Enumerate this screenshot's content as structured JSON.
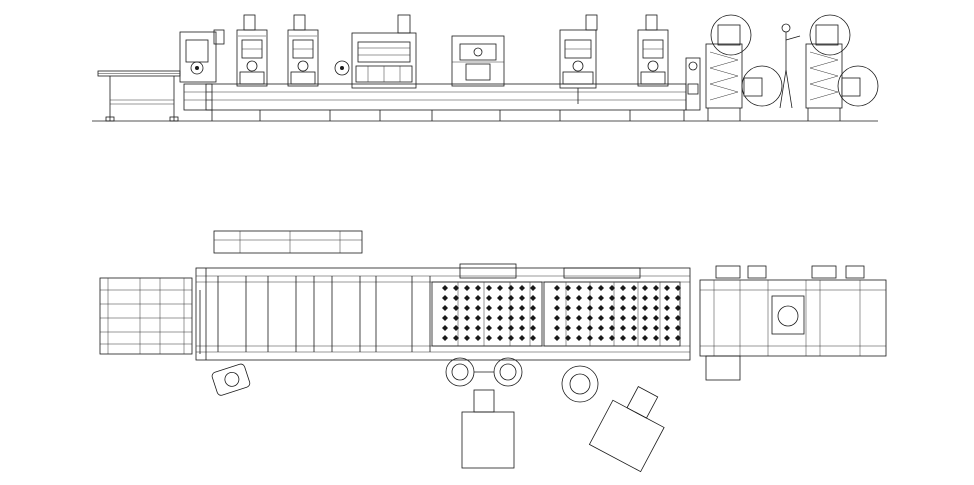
{
  "drawing": {
    "views": [
      "elevation-view",
      "plan-view"
    ],
    "stations": [
      "feed-conveyor",
      "press-station-1",
      "press-station-2",
      "center-press",
      "cut-station",
      "press-station-3",
      "press-station-4",
      "press-station-5",
      "unwind-station-1",
      "unwind-station-2"
    ],
    "plan_rollers": 4,
    "operator_figures": 1
  },
  "labels": {
    "tag_a": "",
    "tag_b": ""
  }
}
